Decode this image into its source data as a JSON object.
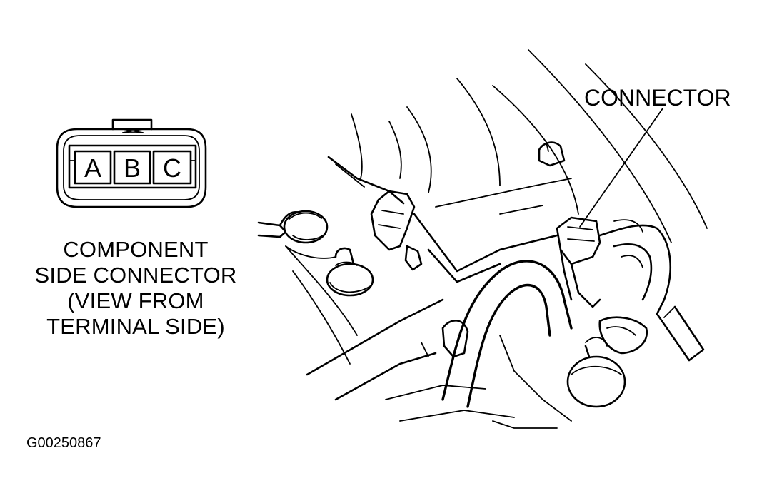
{
  "connector_face": {
    "pins": [
      "A",
      "B",
      "C"
    ],
    "caption_lines": [
      "COMPONENT",
      "SIDE CONNECTOR",
      "(VIEW FROM",
      "TERMINAL SIDE)"
    ]
  },
  "engine_view": {
    "callout_label": "CONNECTOR"
  },
  "figure_id": "G00250867"
}
